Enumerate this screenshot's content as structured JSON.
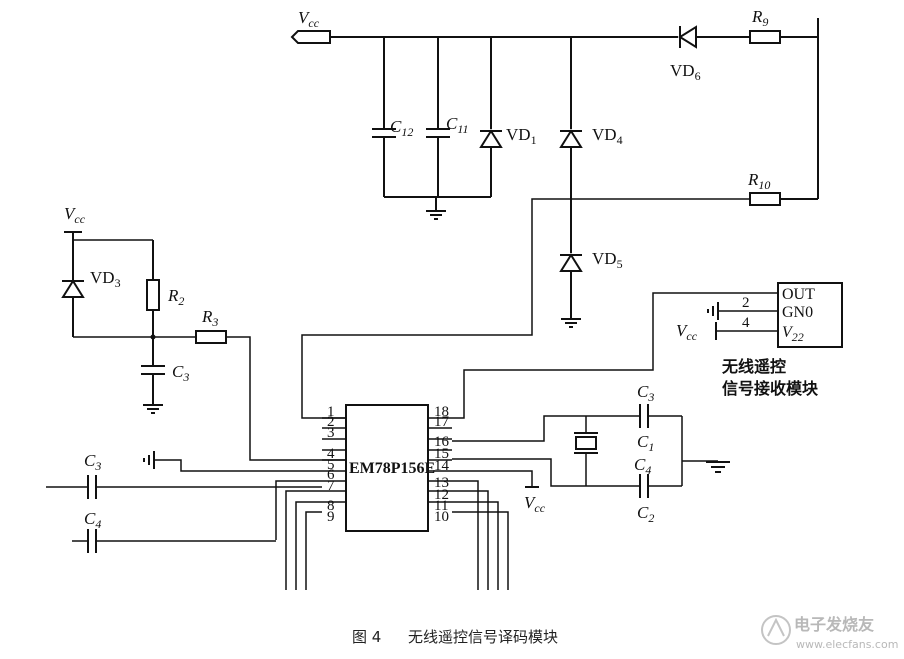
{
  "figure": {
    "caption_number": "图 4",
    "caption_text": "无线遥控信号译码模块",
    "watermark_site": "电子发烧友",
    "watermark_url": "www.elecfans.com"
  },
  "chip": {
    "name": "EM78P156E",
    "left_pins": [
      "1",
      "2",
      "3",
      "4",
      "5",
      "6",
      "7",
      "8",
      "9"
    ],
    "right_pins": [
      "18",
      "17",
      "16",
      "15",
      "14",
      "13",
      "12",
      "11",
      "10"
    ]
  },
  "labels": {
    "vcc_main": "V",
    "vcc_main_sub": "cc",
    "vcc_left": "V",
    "vcc_left_sub": "cc",
    "vcc_pin14": "V",
    "vcc_pin14_sub": "cc",
    "vcc_module": "V",
    "vcc_module_sub": "cc",
    "c12": "C",
    "c12_sub": "12",
    "c11": "C",
    "c11_sub": "11",
    "vd1": "VD",
    "vd1_sub": "1",
    "vd4": "VD",
    "vd4_sub": "4",
    "vd5": "VD",
    "vd5_sub": "5",
    "vd6": "VD",
    "vd6_sub": "6",
    "vd3": "VD",
    "vd3_sub": "3",
    "r9": "R",
    "r9_sub": "9",
    "r10": "R",
    "r10_sub": "10",
    "r2": "R",
    "r2_sub": "2",
    "r3": "R",
    "r3_sub": "3",
    "c3_left": "C",
    "c3_left_sub": "3",
    "c3_in": "C",
    "c3_in_sub": "3",
    "c4_in": "C",
    "c4_in_sub": "4",
    "c3_osc": "C",
    "c3_osc_sub": "3",
    "c1_osc": "C",
    "c1_osc_sub": "1",
    "c4_osc": "C",
    "c4_osc_sub": "4",
    "c2_osc": "C",
    "c2_osc_sub": "2"
  },
  "receiver_module": {
    "pin_out": "OUT",
    "pin_gnd": "GN0",
    "pin_v": "V",
    "pin_v_sub": "22",
    "num_2": "2",
    "num_4": "4",
    "title_line1": "无线遥控",
    "title_line2": "信号接收模块"
  }
}
